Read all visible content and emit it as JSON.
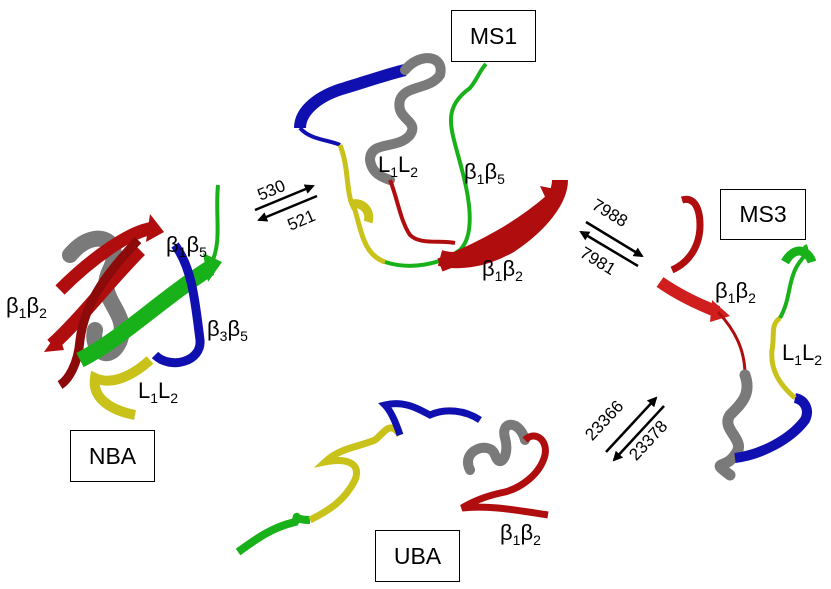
{
  "states": {
    "nba": "NBA",
    "ms1": "MS1",
    "ms3": "MS3",
    "uba": "UBA"
  },
  "segments": {
    "b1": "β",
    "b2": "β",
    "b3": "β",
    "b5": "β",
    "L": "L",
    "s1": "1",
    "s2": "2",
    "s3": "3",
    "s5": "5"
  },
  "rates": {
    "nba_ms1_forward": "530",
    "nba_ms1_backward": "521",
    "ms1_ms3_forward": "7988",
    "ms1_ms3_backward": "7981",
    "ms3_uba_forward": "23366",
    "ms3_uba_backward": "23378"
  },
  "colors": {
    "beta1_beta2": "#b00e0e",
    "beta1_beta5": "#19b119",
    "beta3_beta5": "#1010b0",
    "loops": "#c8c21a",
    "helix": "#7a7a7a",
    "arrows": "#000000"
  }
}
